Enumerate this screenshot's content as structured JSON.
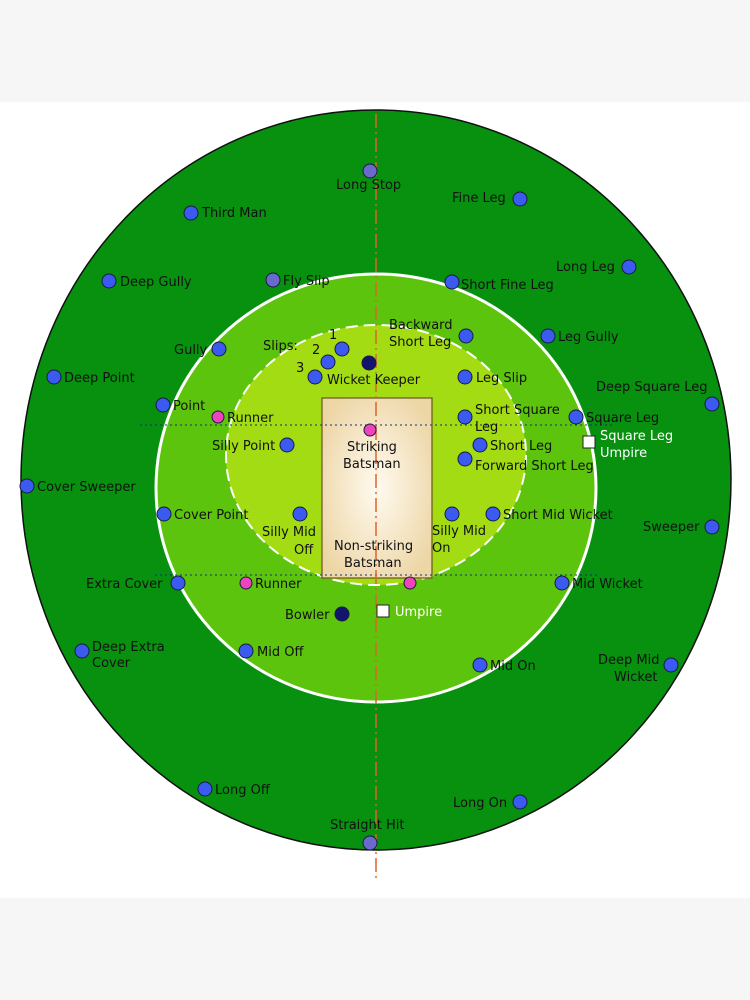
{
  "colors": {
    "outfield": "#07910f",
    "infield": "#59c40a",
    "close_infield": "#a3dc12",
    "pitch": "#f2dcb0",
    "fielder": "#3b5bf0",
    "runner": "#ee44bb",
    "keeper": "#14146e",
    "umpire": "#ffffff"
  },
  "labels": {
    "long_stop": "Long Stop",
    "third_man": "Third Man",
    "fine_leg": "Fine Leg",
    "deep_gully": "Deep Gully",
    "fly_slip": "Fly Slip",
    "long_leg": "Long Leg",
    "short_fine_leg": "Short Fine Leg",
    "backward_short_leg_1": "Backward",
    "backward_short_leg_2": "Short Leg",
    "slip_1": "1",
    "slip_2": "2",
    "slip_3": "3",
    "slips": "Slips:",
    "gully": "Gully",
    "leg_gully": "Leg Gully",
    "deep_point": "Deep Point",
    "wicket_keeper": "Wicket Keeper",
    "leg_slip": "Leg Slip",
    "deep_square_leg": "Deep Square Leg",
    "point": "Point",
    "runner_top": "Runner",
    "short_square_leg_1": "Short Square",
    "short_square_leg_2": "Leg",
    "square_leg": "Square Leg",
    "square_leg_umpire_1": "Square Leg",
    "square_leg_umpire_2": "Umpire",
    "silly_point": "Silly Point",
    "striking_1": "Striking",
    "striking_2": "Batsman",
    "short_leg": "Short Leg",
    "forward_short_leg": "Forward Short Leg",
    "cover_sweeper": "Cover Sweeper",
    "cover_point": "Cover Point",
    "silly_mid_off_1": "Silly Mid",
    "silly_mid_off_2": "Off",
    "silly_mid_on_1": "Silly Mid",
    "silly_mid_on_2": "On",
    "short_mid_wicket": "Short Mid Wicket",
    "sweeper": "Sweeper",
    "non_striking_1": "Non-striking",
    "non_striking_2": "Batsman",
    "extra_cover": "Extra Cover",
    "runner_bottom": "Runner",
    "mid_wicket": "Mid Wicket",
    "bowler": "Bowler",
    "umpire": "Umpire",
    "deep_extra_cover_1": "Deep Extra",
    "deep_extra_cover_2": "Cover",
    "mid_off": "Mid Off",
    "mid_on": "Mid On",
    "deep_mid_wicket_1": "Deep Mid",
    "deep_mid_wicket_2": "Wicket",
    "long_off": "Long Off",
    "long_on": "Long On",
    "straight_hit": "Straight Hit"
  }
}
